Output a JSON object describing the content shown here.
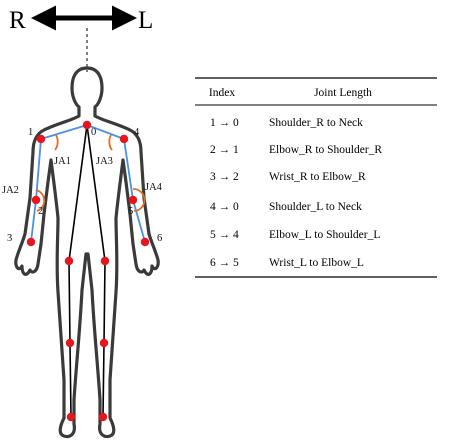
{
  "direction": {
    "left": "R",
    "right": "L"
  },
  "joints": {
    "j0": "0",
    "j1": "1",
    "j2": "2",
    "j3": "3",
    "j4": "4",
    "j5": "5",
    "j6": "6"
  },
  "angles": {
    "ja1": "JA1",
    "ja2": "JA2",
    "ja3": "JA3",
    "ja4": "JA4"
  },
  "table": {
    "headers": {
      "index": "Index",
      "length": "Joint Length"
    },
    "rows": [
      {
        "index": "1 → 0",
        "length": "Shoulder_R to Neck"
      },
      {
        "index": "2 → 1",
        "length": "Elbow_R to Shoulder_R"
      },
      {
        "index": "3 → 2",
        "length": "Wrist_R to Elbow_R"
      },
      {
        "index": "4 → 0",
        "length": "Shoulder_L to Neck"
      },
      {
        "index": "5 → 4",
        "length": "Elbow_L to Shoulder_L"
      },
      {
        "index": "6 → 5",
        "length": "Wrist_L to Elbow_L"
      }
    ]
  },
  "colors": {
    "joint": "#e8141e",
    "arm_line": "#4a90e2",
    "angle_arc": "#e36c1e",
    "body_outline": "#3a3a3a"
  }
}
